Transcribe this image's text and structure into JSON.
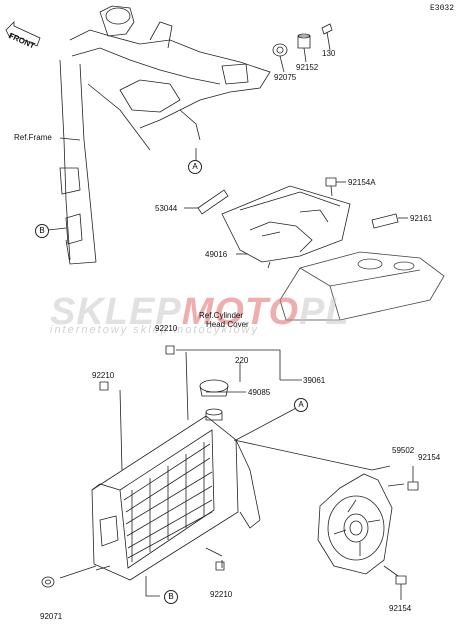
{
  "diagram_code": "E3032",
  "front_arrow_text": "FRONT",
  "watermark": {
    "brand_gray": "SKLEP",
    "brand_red": "MOTO",
    "brand_gray2": "PL",
    "subtitle": "internetowy sklep motocyklowy"
  },
  "refs": {
    "frame": "Ref.Frame",
    "cylinder_line1": "Ref.Cylinder",
    "cylinder_line2": "Head Cover"
  },
  "markers": {
    "a": "A",
    "b": "B"
  },
  "parts": {
    "p130": "130",
    "p92152": "92152",
    "p92075": "92075",
    "p92154A": "92154A",
    "p53044": "53044",
    "p92161": "92161",
    "p49016": "49016",
    "p92210_top": "92210",
    "p92210_left": "92210",
    "p220": "220",
    "p39061": "39061",
    "p49085": "49085",
    "p59502": "59502",
    "p92154_upper": "92154",
    "p92154_lower": "92154",
    "p92071": "92071",
    "p92210_bottom": "92210"
  },
  "colors": {
    "line": "#222222",
    "watermark_red": "#e07a7a",
    "watermark_gray": "#c8c8c8"
  }
}
